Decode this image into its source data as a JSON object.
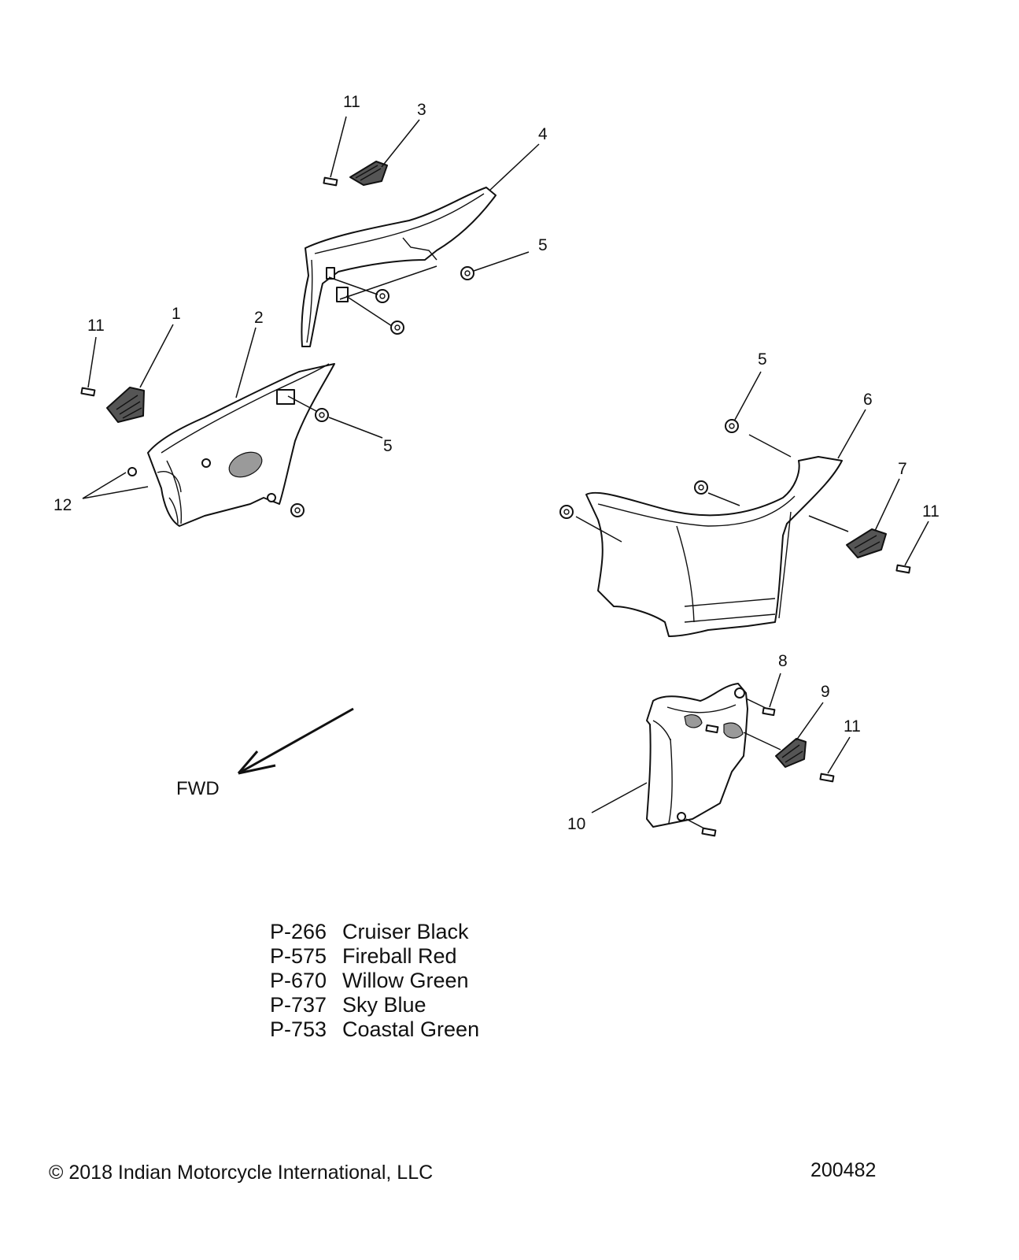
{
  "callouts": {
    "c1": "1",
    "c2": "2",
    "c3": "3",
    "c4": "4",
    "c5a": "5",
    "c5b": "5",
    "c5c": "5",
    "c6": "6",
    "c7": "7",
    "c8": "8",
    "c9": "9",
    "c10": "10",
    "c11a": "11",
    "c11b": "11",
    "c11c": "11",
    "c11d": "11",
    "c12": "12"
  },
  "direction_label": "FWD",
  "paint_codes": [
    {
      "code": "P-266",
      "name": "Cruiser Black"
    },
    {
      "code": "P-575",
      "name": "Fireball Red"
    },
    {
      "code": "P-670",
      "name": "Willow Green"
    },
    {
      "code": "P-737",
      "name": "Sky Blue"
    },
    {
      "code": "P-753",
      "name": "Coastal Green"
    }
  ],
  "copyright": "© 2018 Indian Motorcycle International, LLC",
  "drawing_number": "200482"
}
